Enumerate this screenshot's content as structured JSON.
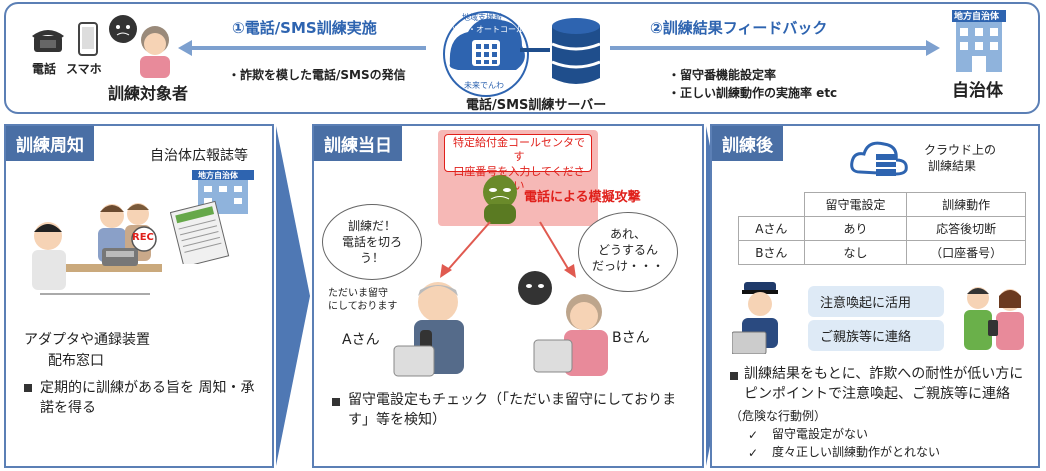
{
  "top": {
    "phone_label": "電話",
    "smartphone_label": "スマホ",
    "target_label": "訓練対象者",
    "left_arrow_title": "①電話/SMS訓練実施",
    "left_bullet": "・詐欺を模した電話/SMSの発信",
    "server_logo_top": "地域支援脈",
    "server_logo_mid": "ツン・オートコール",
    "server_logo_bottom": "未来でんわ",
    "server_label": "電話/SMS訓練サーバー",
    "right_arrow_title": "②訓練結果フィードバック",
    "right_bullet_1": "・留守番機能設定率",
    "right_bullet_2": "・正しい訓練動作の実施率 etc",
    "govt_sign": "地方自治体",
    "govt_label": "自治体"
  },
  "section1": {
    "title": "訓練周知",
    "subtitle": "自治体広報誌等",
    "govt_sign": "地方自治体",
    "rec_label": "REC",
    "desc_line1": "アダプタや通録装置",
    "desc_line2": "配布窓口",
    "bullet": "定期的に訓練がある旨を 周知・承諾を得る"
  },
  "section2": {
    "title": "訓練当日",
    "call_text": "特定給付金コールセンタです\n口座番号を入力してください",
    "attack_label": "電話による模擬攻撃",
    "bubble_a": "訓練だ！\n電話を切ろ\nう！",
    "voicemail_text": "ただいま留守\nにしております",
    "person_a": "Aさん",
    "bubble_b": "あれ、\nどうするん\nだっけ・・・",
    "person_b": "Bさん",
    "bullet": "留守電設定もチェック（「ただいま留守にしております」等を検知）"
  },
  "section3": {
    "title": "訓練後",
    "cloud_caption_1": "クラウド上の",
    "cloud_caption_2": "訓練結果",
    "table": {
      "headers": [
        "",
        "留守電設定",
        "訓練動作"
      ],
      "rows": [
        [
          "Aさん",
          "あり",
          "応答後切断"
        ],
        [
          "Bさん",
          "なし",
          "（口座番号）"
        ]
      ]
    },
    "pill_1": "注意喚起に活用",
    "pill_2": "ご親族等に連絡",
    "bullet": "訓練結果をもとに、詐欺への耐性が低い方にピンポイントで注意喚起、ご親族等に連絡",
    "examples_title": "（危険な行動例）",
    "example_1": "留守電設定がない",
    "example_2": "度々正しい訓練動作がとれない"
  },
  "colors": {
    "frame": "#5b7fb5",
    "header": "#4a6fa5",
    "chevron": "#4f78b4",
    "attack_red": "#e0201b",
    "pill_bg": "#deeaf6"
  }
}
